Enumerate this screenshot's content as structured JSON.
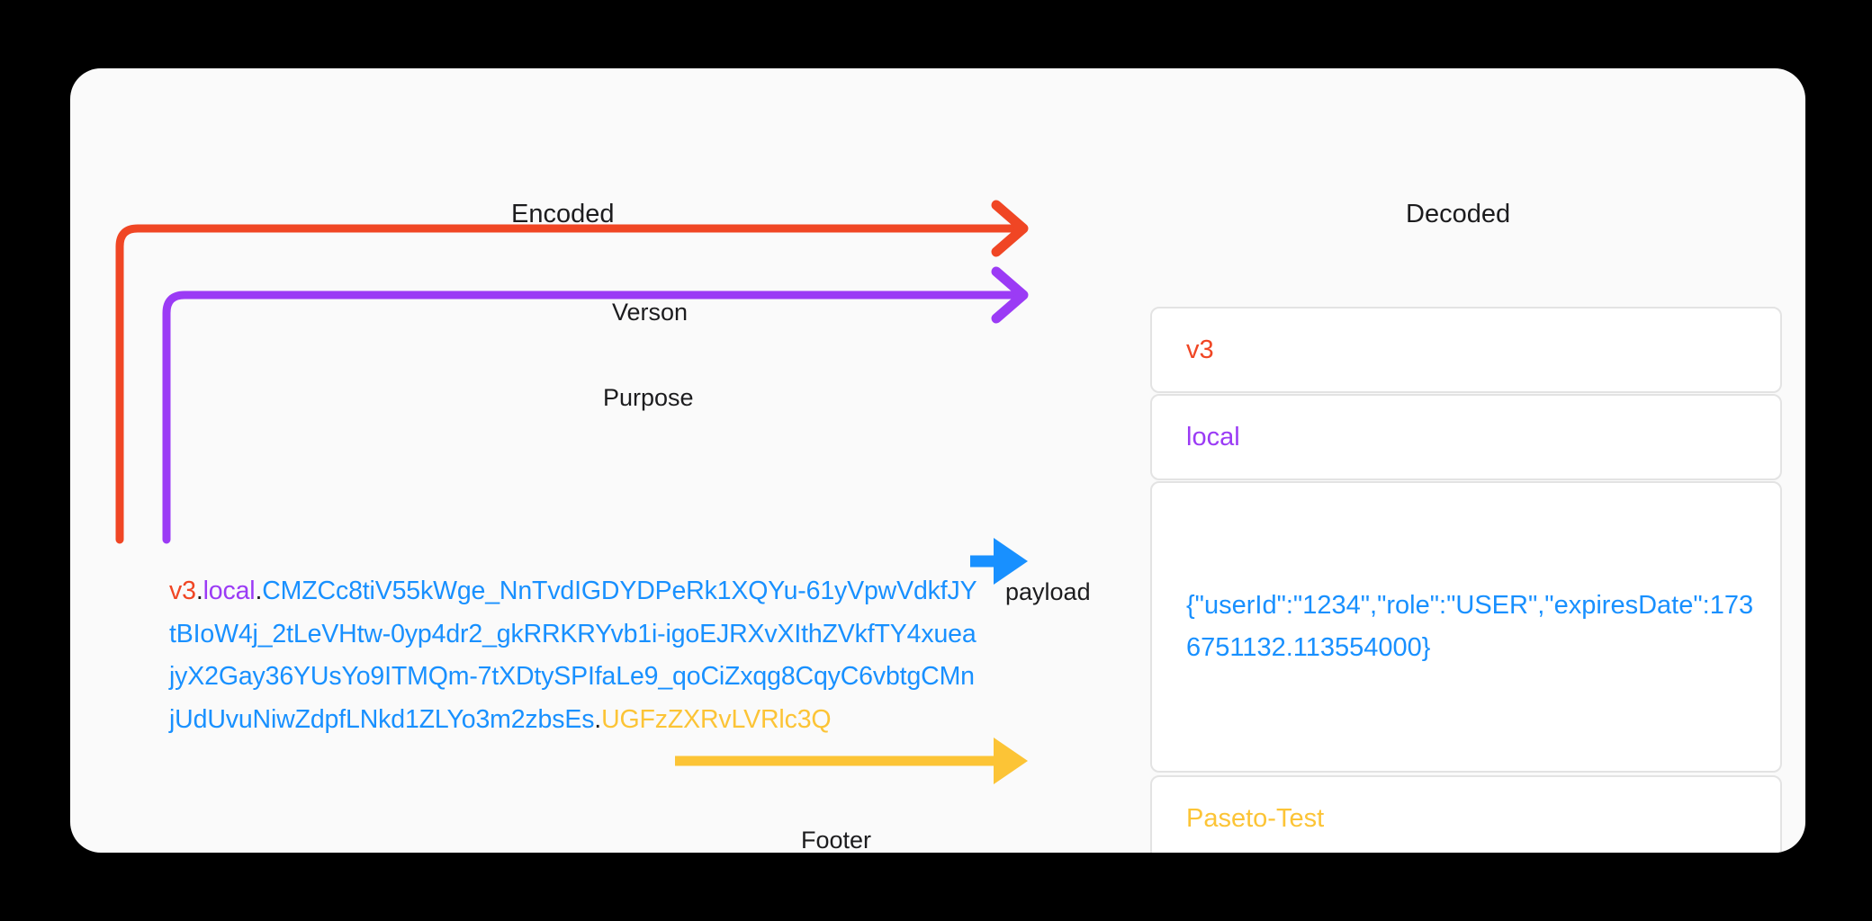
{
  "card": {
    "columns": {
      "encoded_heading": "Encoded",
      "decoded_heading": "Decoded"
    },
    "connectors": [
      {
        "name": "version",
        "label": "Verson",
        "color": "#f04624"
      },
      {
        "name": "purpose",
        "label": "Purpose",
        "color": "#9b3bf5"
      },
      {
        "name": "payload",
        "label": "payload",
        "color": "#1890ff"
      },
      {
        "name": "footer",
        "label": "Footer",
        "color": "#fcc436"
      }
    ],
    "encoded": {
      "version": "v3",
      "separator": ".",
      "purpose": "local",
      "payload": "CMZCc8tiV55kWge_NnTvdIGDYDPeRk1XQYu-61yVpwVdkfJYtBIoW4j_2tLeVHtw-0yp4dr2_gkRRKRYvb1i-igoEJRXvXIthZVkfTY4xueajyX2Gay36YUsYo9ITMQm-7tXDtySPIfaLe9_qoCiZxqg8CqyC6vbtgCMnjUdUvuNiwZdpfLNkd1ZLYo3m2zbsEs",
      "footer": "UGFzZXRvLVRlc3Q"
    },
    "decoded": {
      "version": "v3",
      "purpose": "local",
      "payload": "{\"userId\":\"1234\",\"role\":\"USER\",\"expiresDate\":1736751132.113554000}",
      "footer": "Paseto-Test"
    }
  },
  "colors": {
    "background": "#000000",
    "card": "#fafafa",
    "box_border": "#e3e3e3",
    "box_fill": "#ffffff",
    "text": "#1c1c1e",
    "version": "#f04624",
    "purpose": "#9b3bf5",
    "payload": "#1890ff",
    "footer": "#fcc436"
  }
}
